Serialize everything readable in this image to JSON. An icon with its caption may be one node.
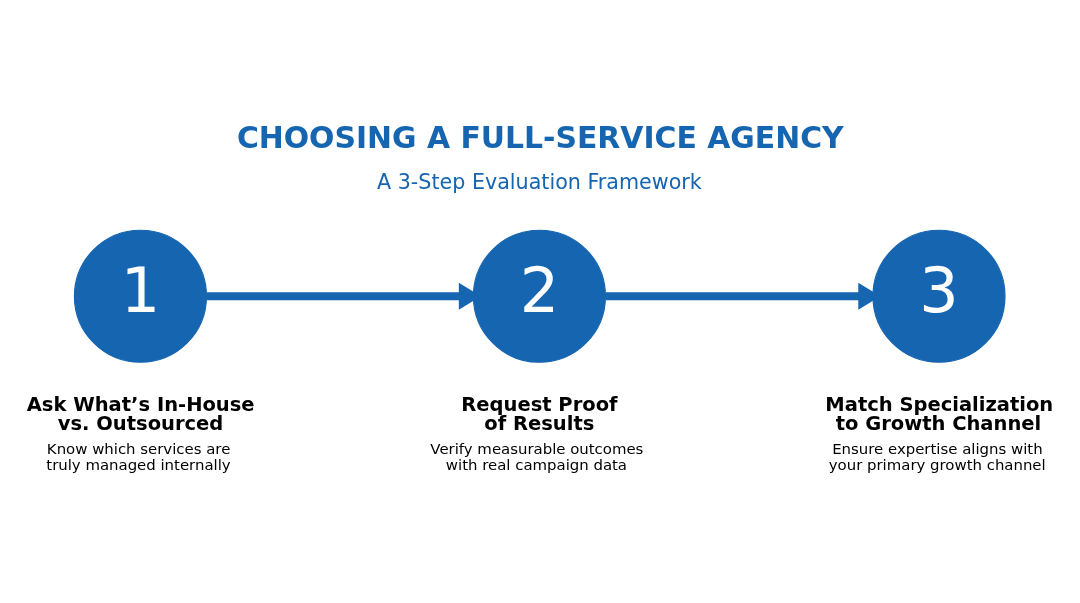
{
  "diagram": {
    "title": "CHOOSING A FULL-SERVICE AGENCY",
    "nodes": [
      {
        "text": [
          "1"
        ],
        "beside": [
          "Ask What’s In-House vs. Outsourced",
          "Know which services are truly managed internally"
        ]
      },
      {
        "text": [
          "2"
        ],
        "beside": [
          "Request Proof of Results",
          "Verify measurable outcomes with real campaign data"
        ]
      },
      {
        "text": [
          "3"
        ],
        "beside": [
          "Match Specialization to Growth Channel",
          "Ensure expertise aligns with your primary growth channel"
        ]
      }
    ],
    "edges": [
      {
        "from": 0,
        "to": 1,
        "arrow": "to"
      },
      {
        "from": 1,
        "to": 2,
        "arrow": "to"
      }
    ],
    "labels": [
      "A 3-Step Evaluation Framework"
    ]
  }
}
